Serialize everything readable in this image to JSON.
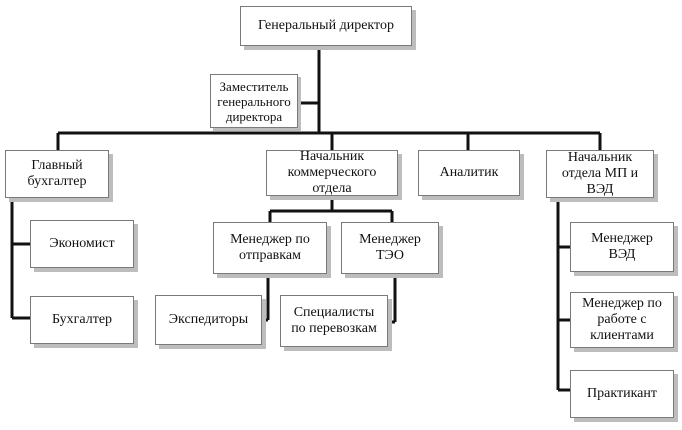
{
  "diagram": {
    "nodes": {
      "gen_director": "Генеральный директор",
      "deputy": "Заместитель\nгенерального\nдиректора",
      "chief_accountant": "Главный\nбухгалтер",
      "economist": "Экономист",
      "accountant": "Бухгалтер",
      "head_commercial": "Начальник\nкоммерческого\nотдела",
      "analyst": "Аналитик",
      "head_mp_ved": "Начальник\nотдела МП и\nВЭД",
      "manager_shipping": "Менеджер по\nотправкам",
      "manager_teo": "Менеджер\nТЭО",
      "forwarders": "Экспедиторы",
      "transport_specialists": "Специалисты\nпо перевозкам",
      "manager_ved": "Менеджер\nВЭД",
      "manager_clients": "Менеджер по\nработе с\nклиентами",
      "intern": "Практикант"
    },
    "colors": {
      "line": "#111111",
      "border": "#7a7a7a",
      "shadow": "#bdbdbd"
    }
  }
}
